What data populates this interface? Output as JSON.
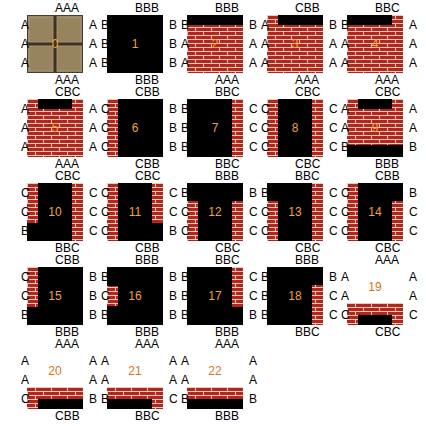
{
  "diagram": {
    "nodes": [
      {
        "text": [
          "0"
        ]
      },
      {
        "text": [
          "1"
        ]
      },
      {
        "text": [
          "2"
        ]
      },
      {
        "text": [
          "3"
        ]
      },
      {
        "text": [
          "4"
        ]
      },
      {
        "text": [
          "5"
        ]
      },
      {
        "text": [
          "6"
        ]
      },
      {
        "text": [
          "7"
        ]
      },
      {
        "text": [
          "8"
        ]
      },
      {
        "text": [
          "9"
        ]
      },
      {
        "text": [
          "10"
        ]
      },
      {
        "text": [
          "11"
        ]
      },
      {
        "text": [
          "12"
        ]
      },
      {
        "text": [
          "13"
        ]
      },
      {
        "text": [
          "14"
        ]
      },
      {
        "text": [
          "15"
        ]
      },
      {
        "text": [
          "16"
        ]
      },
      {
        "text": [
          "17"
        ]
      },
      {
        "text": [
          "18"
        ]
      },
      {
        "text": [
          "19"
        ]
      },
      {
        "text": [
          "20"
        ]
      },
      {
        "text": [
          "21"
        ]
      },
      {
        "text": [
          "22"
        ]
      }
    ],
    "labels": [
      "AAA",
      "A",
      "A",
      "A",
      "A",
      "A",
      "A",
      "AAA",
      "BBB",
      "B",
      "B",
      "B",
      "B",
      "B",
      "B",
      "BBB",
      "BBB",
      "B",
      "A",
      "A",
      "B",
      "A",
      "A",
      "AAA",
      "CBB",
      "A",
      "A",
      "A",
      "B",
      "A",
      "A",
      "AAA",
      "BBC",
      "B",
      "A",
      "A",
      "A",
      "A",
      "A",
      "AAA",
      "CBC",
      "A",
      "A",
      "A",
      "A",
      "A",
      "A",
      "AAA",
      "CBB",
      "C",
      "C",
      "C",
      "B",
      "B",
      "B",
      "CBB",
      "BBC",
      "B",
      "B",
      "B",
      "C",
      "C",
      "C",
      "BBC",
      "CBC",
      "C",
      "C",
      "C",
      "C",
      "C",
      "C",
      "CBC",
      "CBC",
      "A",
      "A",
      "B",
      "A",
      "A",
      "B",
      "BBB",
      "CBC",
      "C",
      "C",
      "B",
      "C",
      "C",
      "C",
      "BBC",
      "CBC",
      "C",
      "C",
      "C",
      "C",
      "C",
      "B",
      "CBB",
      "BBB",
      "B",
      "C",
      "C",
      "B",
      "C",
      "C",
      "CBC",
      "BBC",
      "B",
      "C",
      "C",
      "C",
      "C",
      "C",
      "CBC",
      "CBB",
      "C",
      "C",
      "C",
      "B",
      "C",
      "C",
      "CBC",
      "CBB",
      "C",
      "C",
      "B",
      "B",
      "B",
      "B",
      "BBB",
      "BBB",
      "B",
      "C",
      "B",
      "B",
      "B",
      "B",
      "BBB",
      "BBC",
      "B",
      "B",
      "B",
      "C",
      "C",
      "B",
      "BBB",
      "BBB",
      "B",
      "B",
      "B",
      "B",
      "C",
      "C",
      "BBC",
      "AAA",
      "A",
      "A",
      "C",
      "A",
      "A",
      "C",
      "CBC",
      "AAA",
      "A",
      "A",
      "C",
      "A",
      "A",
      "B",
      "CBB",
      "AAA",
      "A",
      "A",
      "B",
      "A",
      "A",
      "C",
      "BBC",
      "AAA",
      "A",
      "A",
      "B",
      "A",
      "A",
      "B",
      "BBB"
    ]
  }
}
